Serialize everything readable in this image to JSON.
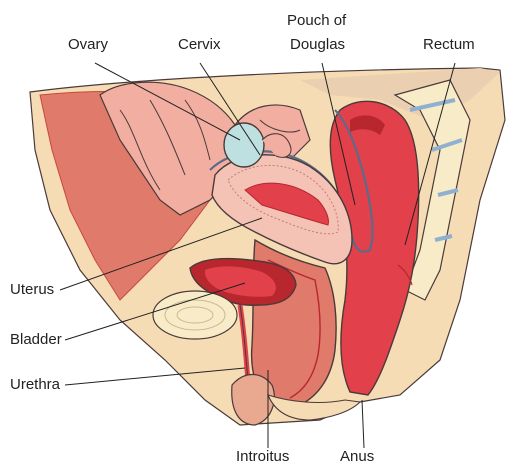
{
  "labels": {
    "ovary": "Ovary",
    "cervix": "Cervix",
    "pouch_line1": "Pouch of",
    "pouch_line2": "Douglas",
    "rectum": "Rectum",
    "uterus": "Uterus",
    "bladder": "Bladder",
    "urethra": "Urethra",
    "introitus": "Introitus",
    "anus": "Anus"
  },
  "colors": {
    "skin": "#f6dcb4",
    "skin_dark": "#e9bf8e",
    "muscle": "#e07a6a",
    "muscle_dark": "#c8473f",
    "red": "#e2404a",
    "red_dark": "#b8262e",
    "pink": "#f2aea0",
    "ovary": "#bfe0e0",
    "outline": "#4a3a3a",
    "peritoneum": "#5b6b8a"
  }
}
